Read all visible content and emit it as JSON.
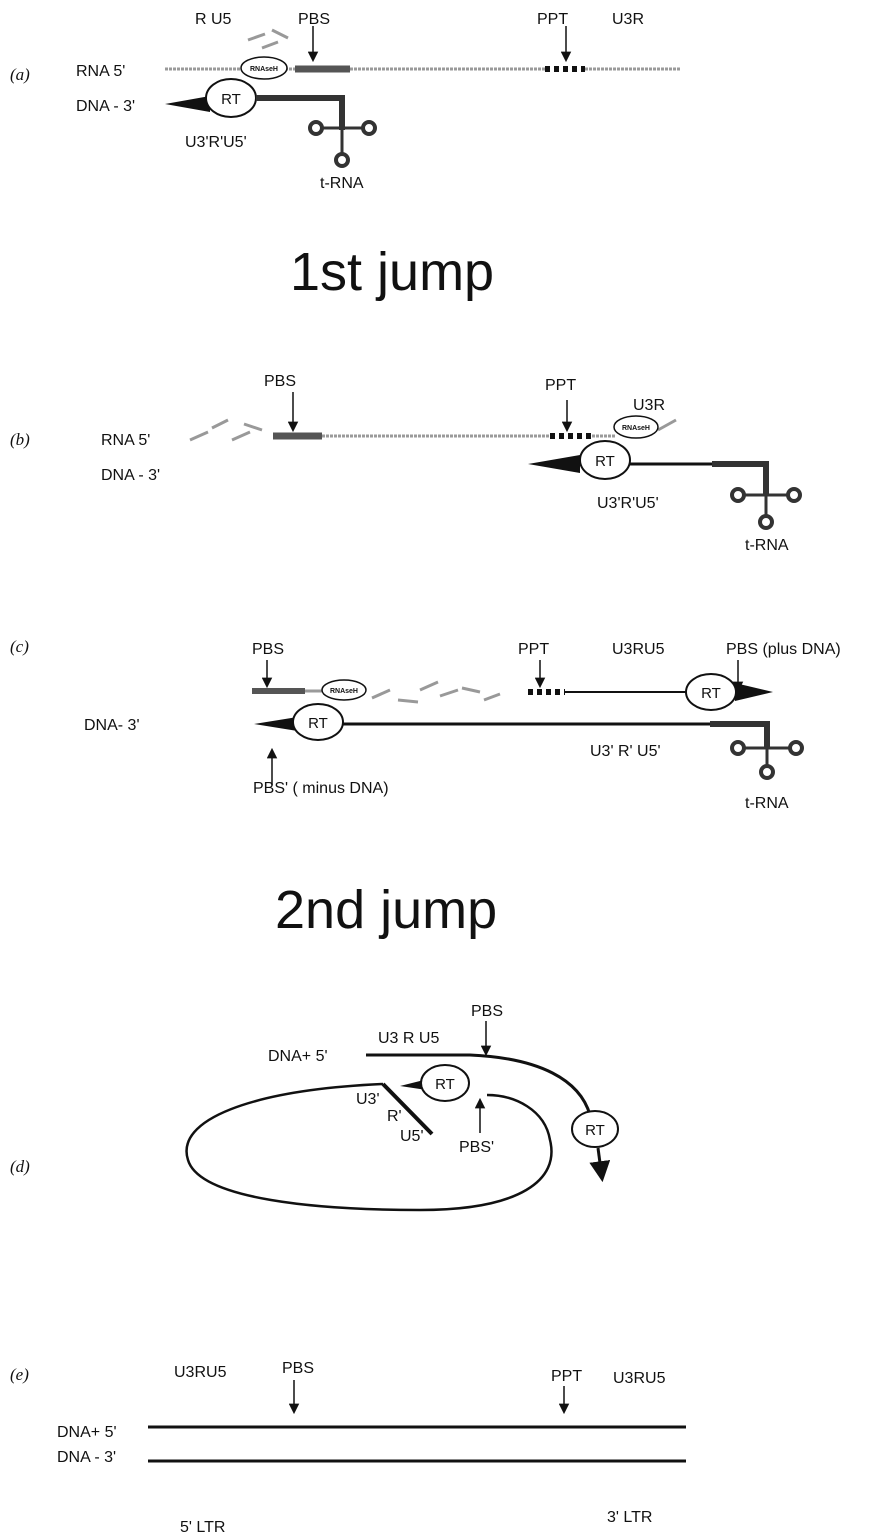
{
  "panels": {
    "a": {
      "tag": "(a)",
      "labels": {
        "r_u5": "R U5",
        "pbs": "PBS",
        "ppt": "PPT",
        "u3r": "U3R",
        "rna5": "RNA  5'",
        "dna3": "DNA - 3'",
        "u3ru5p": "U3'R'U5'",
        "trna": "t-RNA",
        "rt": "RT",
        "rnaseh": "RNAseH"
      }
    },
    "jump1": "1st jump",
    "b": {
      "tag": "(b)",
      "labels": {
        "pbs": "PBS",
        "ppt": "PPT",
        "u3r": "U3R",
        "rna5": "RNA  5'",
        "dna3": "DNA - 3'",
        "u3ru5p": "U3'R'U5'",
        "trna": "t-RNA",
        "rt": "RT",
        "rnaseh": "RNAseH"
      }
    },
    "c": {
      "tag": "(c)",
      "labels": {
        "pbs": "PBS",
        "ppt": "PPT",
        "u3ru5": "U3RU5",
        "pbs_plus": "PBS (plus DNA)",
        "dna3": "DNA- 3'",
        "pbs_minus": "PBS' ( minus DNA)",
        "u3ru5p": "U3' R' U5'",
        "trna": "t-RNA",
        "rt": "RT",
        "rnaseh": "RNAseH"
      }
    },
    "jump2": "2nd jump",
    "d": {
      "tag": "(d)",
      "labels": {
        "pbs": "PBS",
        "u3ru5": "U3 R U5",
        "dna5": "DNA+ 5'",
        "u3p": "U3'",
        "rp": "R'",
        "u5p": "U5'",
        "pbsp": "PBS'",
        "rt": "RT"
      }
    },
    "e": {
      "tag": "(e)",
      "labels": {
        "u3ru5_left": "U3RU5",
        "pbs": "PBS",
        "ppt": "PPT",
        "u3ru5_right": "U3RU5",
        "dna5": "DNA+ 5'",
        "dna3": "DNA - 3'",
        "ltr5": "5' LTR",
        "ltr3": "3' LTR"
      }
    }
  },
  "colors": {
    "ink": "#111111",
    "rna": "#9a9a9a",
    "pbs_block": "#555555"
  }
}
